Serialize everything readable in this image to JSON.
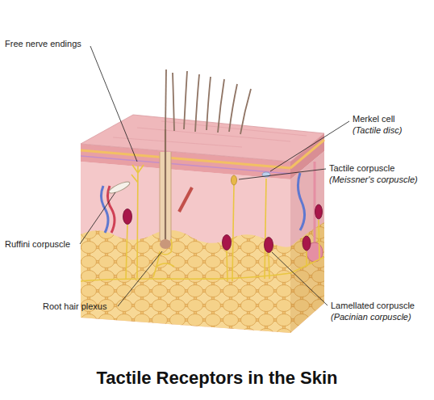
{
  "diagram": {
    "title": "Tactile Receptors in the Skin",
    "labels": [
      "Free nerve endings",
      "Merkel cell",
      "(Tactile disc)",
      "Tactile corpuscle",
      "(Meissner's corpuscle)",
      "Ruffini corpuscle",
      "Root hair plexus",
      "Lamellated corpuscle",
      "(Pacinian corpuscle)"
    ]
  }
}
